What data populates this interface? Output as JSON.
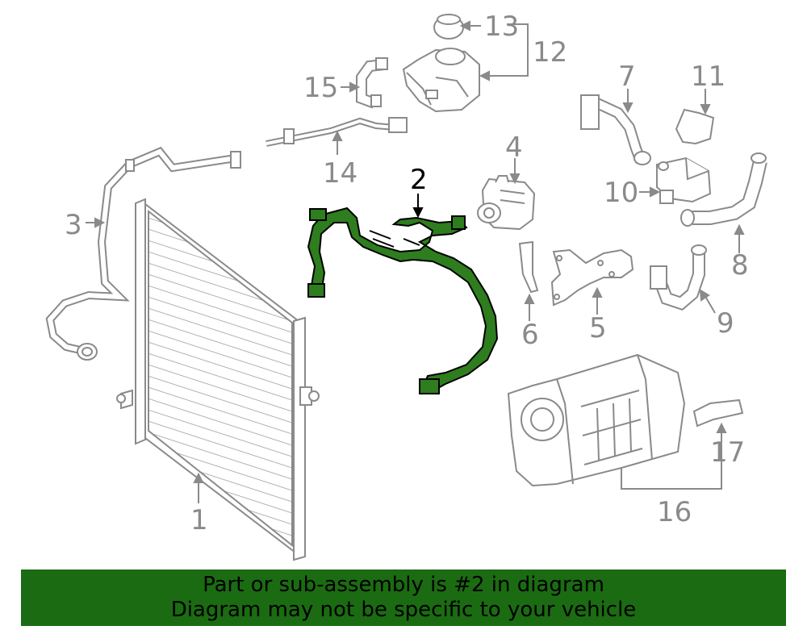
{
  "diagram": {
    "callouts": [
      "1",
      "2",
      "3",
      "4",
      "5",
      "6",
      "7",
      "8",
      "9",
      "10",
      "11",
      "12",
      "13",
      "14",
      "15",
      "16",
      "17"
    ],
    "highlighted_part": "2",
    "line_color": "#8a8a8a",
    "highlight_fill": "#2e7d1e",
    "highlight_stroke": "#000000"
  },
  "banner": {
    "line1": "Part or sub-assembly is #2 in diagram",
    "line2": "Diagram may not be specific to your vehicle",
    "background": "#1b6b12"
  }
}
